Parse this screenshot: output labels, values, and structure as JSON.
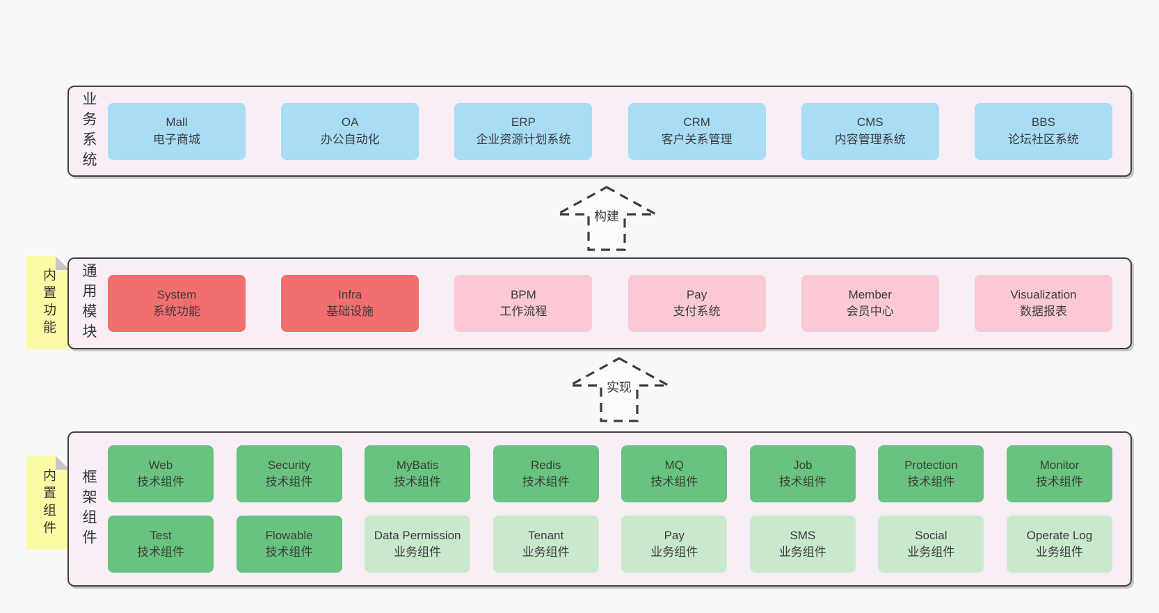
{
  "colors": {
    "page_bg": "#f8f8f8",
    "panel_bg": "#f8eef6",
    "panel_border": "#3f3f3f",
    "node_blue": "#a9dcf5",
    "node_red": "#f36e6e",
    "node_pink": "#fbc9d3",
    "node_green": "#68c37e",
    "node_green_light": "#c9e9cd",
    "note_yellow": "#fbfba6",
    "note_fold_gray": "#c6c6c8",
    "text": "#3c3c3c"
  },
  "arrows": {
    "build": {
      "label": "构建"
    },
    "implement": {
      "label": "实现"
    }
  },
  "layers": {
    "business": {
      "label": "业务系统",
      "boxes": [
        {
          "en": "Mall",
          "zh": "电子商城",
          "variant": "blue"
        },
        {
          "en": "OA",
          "zh": "办公自动化",
          "variant": "blue"
        },
        {
          "en": "ERP",
          "zh": "企业资源计划系统",
          "variant": "blue"
        },
        {
          "en": "CRM",
          "zh": "客户关系管理",
          "variant": "blue"
        },
        {
          "en": "CMS",
          "zh": "内容管理系统",
          "variant": "blue"
        },
        {
          "en": "BBS",
          "zh": "论坛社区系统",
          "variant": "blue"
        }
      ]
    },
    "modules": {
      "label": "通用模块",
      "note": "内置功能",
      "boxes": [
        {
          "en": "System",
          "zh": "系统功能",
          "variant": "red"
        },
        {
          "en": "Infra",
          "zh": "基础设施",
          "variant": "red"
        },
        {
          "en": "BPM",
          "zh": "工作流程",
          "variant": "pink"
        },
        {
          "en": "Pay",
          "zh": "支付系统",
          "variant": "pink"
        },
        {
          "en": "Member",
          "zh": "会员中心",
          "variant": "pink"
        },
        {
          "en": "Visualization",
          "zh": "数据报表",
          "variant": "pink"
        }
      ]
    },
    "components": {
      "label": "框架组件",
      "note": "内置组件",
      "row1": [
        {
          "en": "Web",
          "zh": "技术组件",
          "variant": "green"
        },
        {
          "en": "Security",
          "zh": "技术组件",
          "variant": "green"
        },
        {
          "en": "MyBatis",
          "zh": "技术组件",
          "variant": "green"
        },
        {
          "en": "Redis",
          "zh": "技术组件",
          "variant": "green"
        },
        {
          "en": "MQ",
          "zh": "技术组件",
          "variant": "green"
        },
        {
          "en": "Job",
          "zh": "技术组件",
          "variant": "green"
        },
        {
          "en": "Protection",
          "zh": "技术组件",
          "variant": "green"
        },
        {
          "en": "Monitor",
          "zh": "技术组件",
          "variant": "green"
        }
      ],
      "row2": [
        {
          "en": "Test",
          "zh": "技术组件",
          "variant": "green"
        },
        {
          "en": "Flowable",
          "zh": "技术组件",
          "variant": "green"
        },
        {
          "en": "Data Permission",
          "zh": "业务组件",
          "variant": "green-light"
        },
        {
          "en": "Tenant",
          "zh": "业务组件",
          "variant": "green-light"
        },
        {
          "en": "Pay",
          "zh": "业务组件",
          "variant": "green-light"
        },
        {
          "en": "SMS",
          "zh": "业务组件",
          "variant": "green-light"
        },
        {
          "en": "Social",
          "zh": "业务组件",
          "variant": "green-light"
        },
        {
          "en": "Operate Log",
          "zh": "业务组件",
          "variant": "green-light"
        }
      ]
    }
  }
}
